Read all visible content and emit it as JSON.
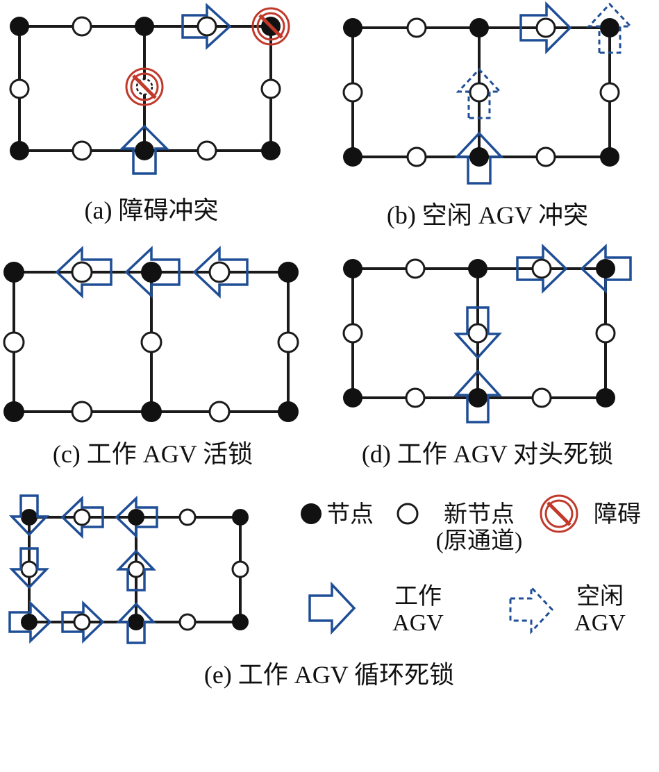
{
  "panels": {
    "a": {
      "caption": "(a) 障碍冲突"
    },
    "b": {
      "caption": "(b) 空闲 AGV 冲突"
    },
    "c": {
      "caption": "(c) 工作 AGV 活锁"
    },
    "d": {
      "caption": "(d) 工作 AGV 对头死锁"
    },
    "e": {
      "caption": "(e) 工作 AGV 循环死锁"
    }
  },
  "legend": {
    "node": "节点",
    "new_node_line1": "新节点",
    "new_node_line2": "(原通道)",
    "obstacle": "障碍",
    "working_agv_line1": "工作",
    "working_agv_line2": "AGV",
    "idle_agv_line1": "空闲",
    "idle_agv_line2": "AGV"
  },
  "colors": {
    "edge": "#1a1a1a",
    "node": "#111111",
    "agv": "#1f4e96",
    "obstacle": "#c0392b"
  }
}
